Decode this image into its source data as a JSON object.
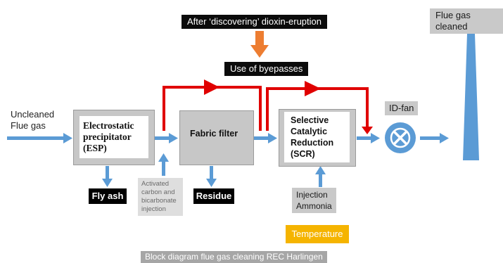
{
  "labels": {
    "after_discovering": "After ‘discovering’ dioxin-eruption",
    "use_of_byepasses": "Use of byepasses",
    "flue_gas_cleaned": "Flue gas cleaned",
    "uncleaned_line1": "Uncleaned",
    "uncleaned_line2": "Flue gas",
    "esp_line1": "Electrostatic",
    "esp_line2": "precipitator",
    "esp_line3": "(ESP)",
    "fabric_filter": "Fabric filter",
    "scr_line1": "Selective",
    "scr_line2": "Catalytic",
    "scr_line3": "Reduction",
    "scr_line4": "(SCR)",
    "id_fan": "ID-fan",
    "fly_ash": "Fly ash",
    "residue": "Residue",
    "activated_line1": "Activated",
    "activated_line2": "carbon and",
    "activated_line3": "bicarbonate",
    "activated_line4": "injection",
    "injection_line1": "Injection",
    "injection_line2": "Ammonia",
    "temperature": "Temperature",
    "caption": "Block diagram flue gas cleaning REC Harlingen"
  },
  "colors": {
    "flow_arrow": "#5b9bd5",
    "bypass_line": "#e00000",
    "orange_arrow": "#ed7d31",
    "temperature_bg": "#f5b400"
  }
}
